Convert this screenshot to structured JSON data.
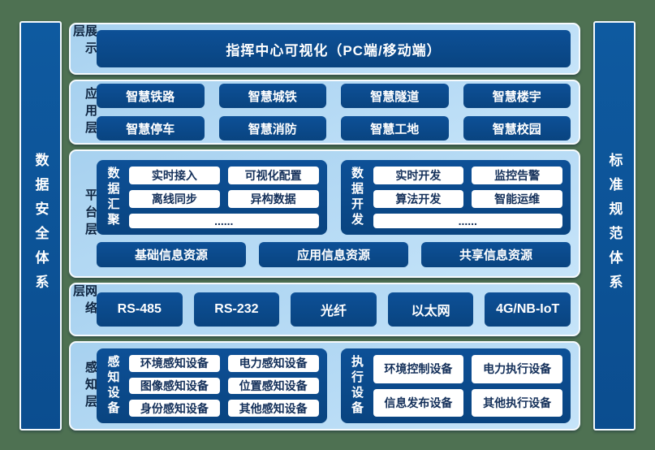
{
  "pillars": {
    "left": "数据安全体系",
    "right": "标准规范体系"
  },
  "layers": {
    "display": {
      "label": "展示层",
      "main_box": "指挥中心可视化（PC端/移动端）"
    },
    "application": {
      "label": "应用层",
      "items": [
        "智慧铁路",
        "智慧城铁",
        "智慧隧道",
        "智慧楼宇",
        "智慧停车",
        "智慧消防",
        "智慧工地",
        "智慧校园"
      ]
    },
    "platform": {
      "label": "平台层",
      "groups": [
        {
          "label": "数据汇聚",
          "items": [
            "实时接入",
            "可视化配置",
            "离线同步",
            "异构数据",
            "......"
          ]
        },
        {
          "label": "数据开发",
          "items": [
            "实时开发",
            "监控告警",
            "算法开发",
            "智能运维",
            "......"
          ]
        }
      ],
      "resources": [
        "基础信息资源",
        "应用信息资源",
        "共享信息资源"
      ]
    },
    "network": {
      "label": "网络层",
      "items": [
        "RS-485",
        "RS-232",
        "光纤",
        "以太网",
        "4G/NB-IoT"
      ]
    },
    "perception": {
      "label": "感知层",
      "groups": [
        {
          "label": "感知设备",
          "items": [
            "环境感知设备",
            "电力感知设备",
            "图像感知设备",
            "位置感知设备",
            "身份感知设备",
            "其他感知设备"
          ]
        },
        {
          "label": "执行设备",
          "items": [
            "环境控制设备",
            "电力执行设备",
            "信息发布设备",
            "其他执行设备"
          ]
        }
      ]
    }
  },
  "colors": {
    "background_green": "#4e7152",
    "panel_light_blue": "#b7dbf5",
    "box_dark_blue": "#0b4a8c",
    "pillar_blue": "#0d5596",
    "panel_border": "#f6fafd",
    "white_box_text": "#14305a",
    "layer_label_text": "#0e2440"
  }
}
